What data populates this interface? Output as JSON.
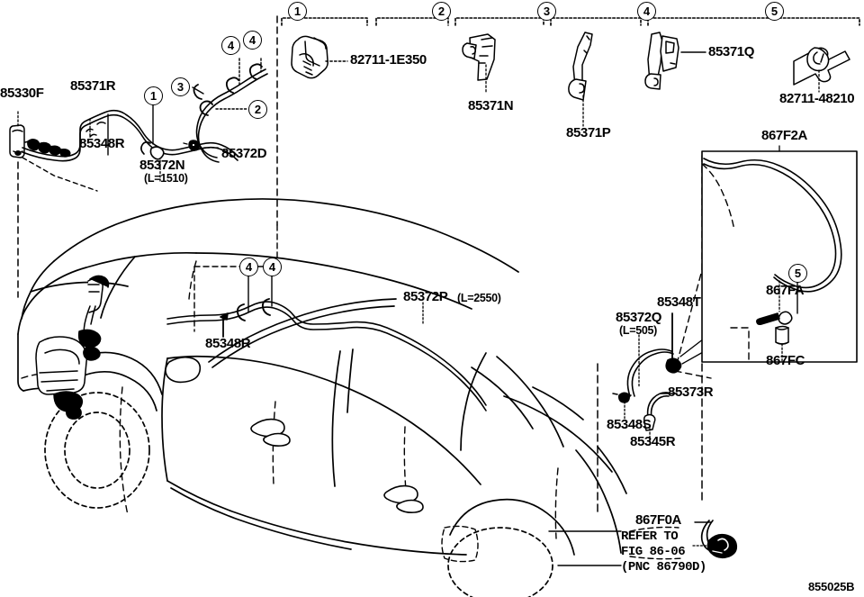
{
  "diagram": {
    "id_code": "855025B",
    "title_hidden": "",
    "legend": {
      "markers": [
        "1",
        "2",
        "3",
        "4",
        "5"
      ],
      "items": [
        {
          "marker": "1",
          "part": "82711-1E350"
        },
        {
          "marker": "2",
          "part": "85371N"
        },
        {
          "marker": "3",
          "part": "85371P"
        },
        {
          "marker": "4",
          "part": "85371Q"
        },
        {
          "marker": "5",
          "part": "82711-48210"
        }
      ]
    },
    "hose_assembly_labels": [
      {
        "id": "85330F",
        "text": "85330F"
      },
      {
        "id": "85371R",
        "text": "85371R"
      },
      {
        "id": "85348R_top",
        "text": "85348R"
      },
      {
        "id": "85372N",
        "text": "85372N",
        "sub": "(L=1510)"
      },
      {
        "id": "85372D",
        "text": "85372D"
      }
    ],
    "body_labels": [
      {
        "id": "85348R_mid",
        "text": "85348R"
      },
      {
        "id": "85372P",
        "text": "85372P",
        "sub": "(L=2550)"
      },
      {
        "id": "85372Q",
        "text": "85372Q",
        "sub": "(L=505)"
      },
      {
        "id": "85348T",
        "text": "85348T"
      },
      {
        "id": "85373R",
        "text": "85373R"
      },
      {
        "id": "85348S",
        "text": "85348S"
      },
      {
        "id": "85345R",
        "text": "85345R"
      }
    ],
    "inset": {
      "title": "867F2A",
      "marker": "5",
      "labels": [
        {
          "id": "867FA",
          "text": "867FA"
        },
        {
          "id": "867FC",
          "text": "867FC"
        }
      ]
    },
    "rear_note": {
      "part": "867F0A",
      "line1": "REFER TO",
      "line2": "FIG 86-06",
      "line3": "(PNC 86790D)"
    },
    "callouts_on_vehicle": [
      {
        "marker": "4",
        "where": "roof-front-clip-a"
      },
      {
        "marker": "4",
        "where": "roof-front-clip-b"
      },
      {
        "marker": "4",
        "where": "detail-clip-a"
      },
      {
        "marker": "4",
        "where": "detail-clip-b"
      },
      {
        "marker": "3",
        "where": "detail-clip-c"
      },
      {
        "marker": "2",
        "where": "detail-clip-d"
      },
      {
        "marker": "1",
        "where": "detail-hose-joint"
      }
    ],
    "colors": {
      "ink": "#000000",
      "paper": "#ffffff"
    }
  }
}
